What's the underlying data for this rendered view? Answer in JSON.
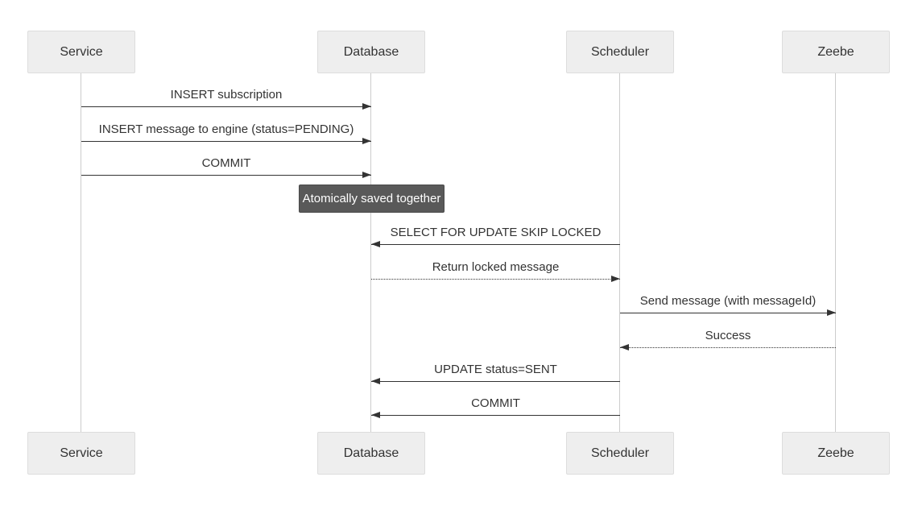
{
  "diagram": {
    "type": "sequence-diagram",
    "background": "#ffffff",
    "colors": {
      "actor_fill": "#eeeeee",
      "actor_border": "#dddddd",
      "actor_text": "#333333",
      "lifeline": "#cccccc",
      "arrow": "#333333",
      "message_text": "#333333",
      "note_fill": "#595959",
      "note_text": "#ffffff"
    },
    "actors": [
      {
        "label": "Service"
      },
      {
        "label": "Database"
      },
      {
        "label": "Scheduler"
      },
      {
        "label": "Zeebe"
      }
    ],
    "messages": [
      {
        "label": "INSERT subscription",
        "from": "Service",
        "to": "Database",
        "line": "solid"
      },
      {
        "label": "INSERT message to engine (status=PENDING)",
        "from": "Service",
        "to": "Database",
        "line": "solid"
      },
      {
        "label": "COMMIT",
        "from": "Service",
        "to": "Database",
        "line": "solid"
      },
      {
        "label": "SELECT FOR UPDATE SKIP LOCKED",
        "from": "Scheduler",
        "to": "Database",
        "line": "solid"
      },
      {
        "label": "Return locked message",
        "from": "Database",
        "to": "Scheduler",
        "line": "dotted"
      },
      {
        "label": "Send message (with messageId)",
        "from": "Scheduler",
        "to": "Zeebe",
        "line": "solid"
      },
      {
        "label": "Success",
        "from": "Zeebe",
        "to": "Scheduler",
        "line": "dotted"
      },
      {
        "label": "UPDATE status=SENT",
        "from": "Scheduler",
        "to": "Database",
        "line": "solid"
      },
      {
        "label": "COMMIT",
        "from": "Scheduler",
        "to": "Database",
        "line": "solid"
      }
    ],
    "note": {
      "label": "Atomically saved together",
      "over": "Database"
    }
  }
}
